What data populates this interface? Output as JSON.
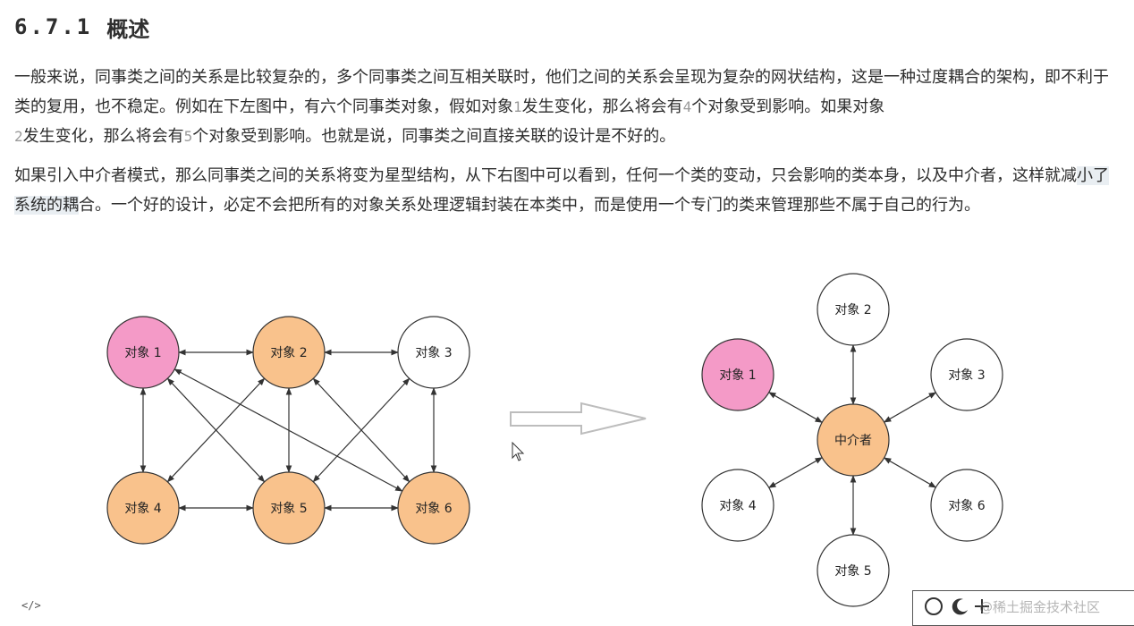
{
  "section": {
    "number": "6.7.1",
    "title": "概述"
  },
  "para1": {
    "a": "一般来说，同事类之间的关系是比较复杂的，多个同事类之间互相关联时，他们之间的关系会呈现为复杂的网状结构，这是一种过度耦合的架构，即不利于类的复用，也不稳定。例如在下左图中，有六个同事类对象，假如对象",
    "n1": "1",
    "b": "发生变化，那么将会有",
    "n2": "4",
    "c": "个对象受到影响。如果对象",
    "n3": "2",
    "d": "发生变化，那么将会有",
    "n4": "5",
    "e": "个对象受到影响。也就是说，同事类之间直接关联的设计是不好的。"
  },
  "para2": {
    "a": "如果引入中介者模式，那么同事类之间的关系将变为星型结构，从下右图中可以看到，任何一个类的变动，只会影响的类本身，以及中介者，这样就减",
    "highlight": "小了系统的耦",
    "b": "合。一个好的设计，必定不会把所有的对象关系处理逻辑封装在本类中，而是使用一个专门的类来管理那些不属于自己的行为。"
  },
  "diagram_left": {
    "nodes": [
      {
        "label": "对象 1",
        "color": "#f49ac7"
      },
      {
        "label": "对象 2",
        "color": "#f9c28c"
      },
      {
        "label": "对象 3",
        "color": "#ffffff"
      },
      {
        "label": "对象 4",
        "color": "#f9c28c"
      },
      {
        "label": "对象 5",
        "color": "#f9c28c"
      },
      {
        "label": "对象 6",
        "color": "#f9c28c"
      }
    ]
  },
  "diagram_right": {
    "center": {
      "label": "中介者",
      "color": "#f9c28c"
    },
    "nodes": [
      {
        "label": "对象 1",
        "color": "#f49ac7"
      },
      {
        "label": "对象 2",
        "color": "#ffffff"
      },
      {
        "label": "对象 3",
        "color": "#ffffff"
      },
      {
        "label": "对象 4",
        "color": "#ffffff"
      },
      {
        "label": "对象 5",
        "color": "#ffffff"
      },
      {
        "label": "对象 6",
        "color": "#ffffff"
      }
    ]
  },
  "footer": {
    "code_icon": "</>",
    "watermark": "@稀土掘金技术社区"
  },
  "colors": {
    "stroke": "#333333",
    "arrow_outline": "#bdbdbd"
  }
}
